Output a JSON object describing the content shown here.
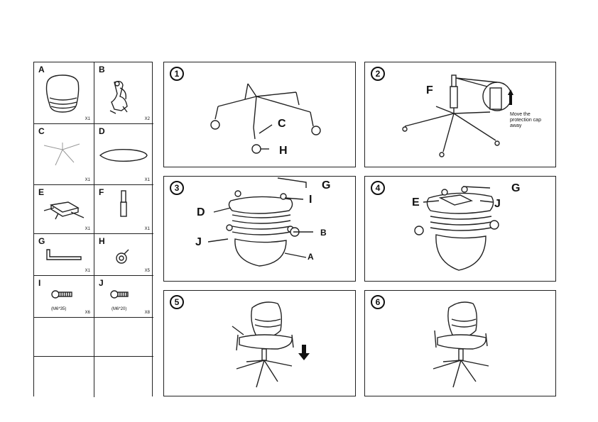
{
  "parts": [
    {
      "letter": "A",
      "qty": "X1"
    },
    {
      "letter": "B",
      "qty": "X2"
    },
    {
      "letter": "C",
      "qty": "X1"
    },
    {
      "letter": "D",
      "qty": "X1"
    },
    {
      "letter": "E",
      "qty": "X1"
    },
    {
      "letter": "F",
      "qty": "X1"
    },
    {
      "letter": "G",
      "qty": "X1"
    },
    {
      "letter": "H",
      "qty": "X5"
    },
    {
      "letter": "I",
      "spec": "(M6*35)",
      "qty": "X6"
    },
    {
      "letter": "J",
      "spec": "(M6*20)",
      "qty": "X8"
    }
  ],
  "steps": [
    {
      "number": "1",
      "labels": {
        "c": "C",
        "h": "H"
      }
    },
    {
      "number": "2",
      "labels": {
        "f": "F"
      },
      "note": "Move the protection cap away"
    },
    {
      "number": "3",
      "labels": {
        "g": "G",
        "i": "I",
        "d": "D",
        "b": "B",
        "j": "J",
        "a": "A"
      }
    },
    {
      "number": "4",
      "labels": {
        "g": "G",
        "e": "E",
        "j": "J"
      }
    },
    {
      "number": "5"
    },
    {
      "number": "6"
    }
  ]
}
